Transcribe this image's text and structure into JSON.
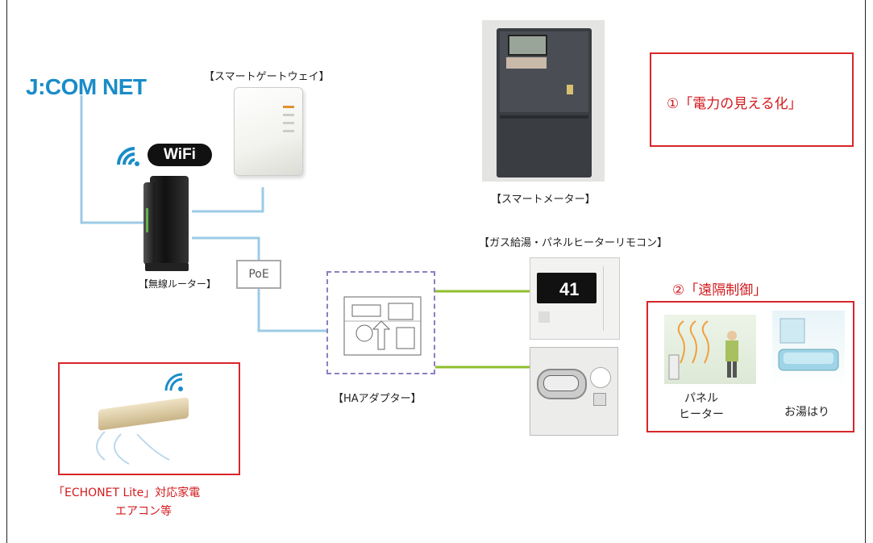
{
  "isp_logo": "J:COM NET",
  "wifi_logo": "WiFi",
  "labels": {
    "gateway": "【スマートゲートウェイ】",
    "router": "【無線ルーター】",
    "poe": "PoE",
    "ha_adapter": "【HAアダプター】",
    "smart_meter": "【スマートメーター】",
    "remote": "【ガス給湯・パネルヒーターリモコン】",
    "echonet_line1": "「ECHONET Lite」対応家電",
    "echonet_line2": "エアコン等"
  },
  "features": {
    "visualization": "①「電力の見える化」",
    "remote_control": "②「遠隔制御」",
    "panel_heater": "パネル\nヒーター",
    "bath": "お湯はり"
  },
  "remote_display": {
    "temp": "41"
  },
  "colors": {
    "line_blue": "#9ccbe6",
    "line_green": "#8fbf2c",
    "accent_red": "#d8262a",
    "adapter_dash": "#8a7fc4",
    "logo_blue": "#1a8cc8"
  }
}
